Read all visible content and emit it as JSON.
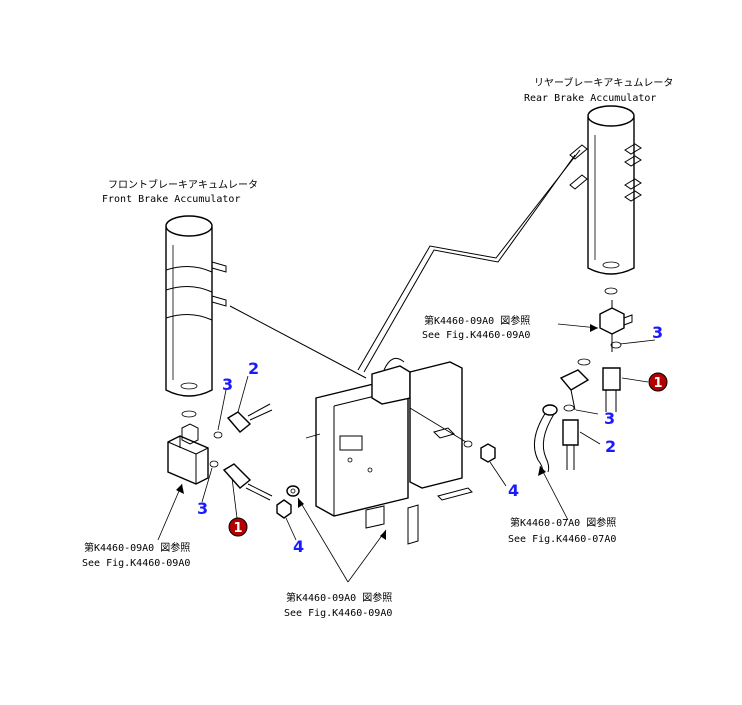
{
  "labels": {
    "rear_jp": "リヤーブレーキアキュムレータ",
    "rear_en": "Rear Brake Accumulator",
    "front_jp": "フロントブレーキアキュムレータ",
    "front_en": "Front Brake Accumulator",
    "ref_right_jp": "第K4460-09A0 図参照",
    "ref_right_en": "See Fig.K4460-09A0",
    "ref_left_jp": "第K4460-09A0 図参照",
    "ref_left_en": "See Fig.K4460-09A0",
    "ref_bottom_jp": "第K4460-09A0 図参照",
    "ref_bottom_en": "See Fig.K4460-09A0",
    "ref_hose_jp": "第K4460-07A0 図参照",
    "ref_hose_en": "See Fig.K4460-07A0"
  },
  "callouts": {
    "c_left_1": "1",
    "c_left_2": "2",
    "c_left_3a": "3",
    "c_left_3b": "3",
    "c_left_4": "4",
    "c_mid_4": "4",
    "c_right_1": "1",
    "c_right_2": "2",
    "c_right_3a": "3",
    "c_right_3b": "3"
  },
  "colors": {
    "callout_blue": "#1a1aff",
    "badge_red": "#b30000"
  }
}
